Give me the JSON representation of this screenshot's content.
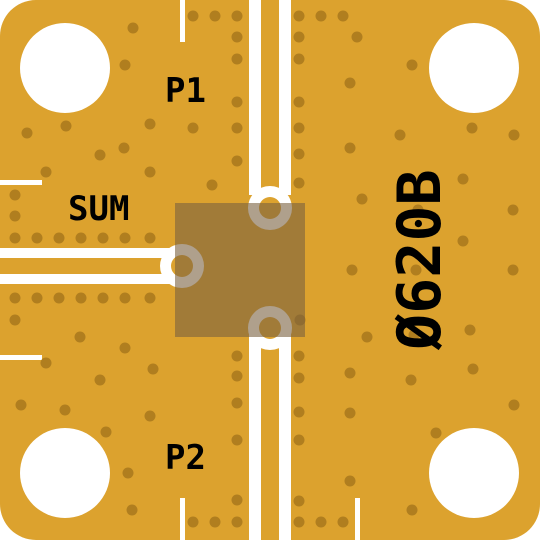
{
  "board": {
    "port_labels": {
      "p1": "P1",
      "p2": "P2",
      "sum": "SUM"
    },
    "part_number": "Ø620B",
    "colors": {
      "substrate": "#dca22e",
      "gap": "#ffffff",
      "via": "#b07e1f",
      "component_overlay": "#7a6040",
      "text": "#000000"
    }
  }
}
